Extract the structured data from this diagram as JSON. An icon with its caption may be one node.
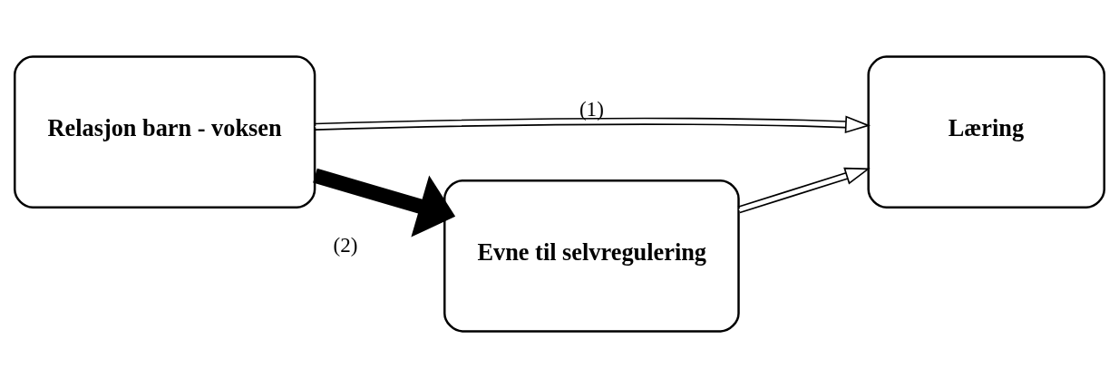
{
  "diagram": {
    "nodes": [
      {
        "text": [
          "Relasjon barn - voksen"
        ]
      },
      {
        "text": [
          "Læring"
        ]
      },
      {
        "text": [
          "Evne til selvregulering"
        ]
      }
    ],
    "edges": [
      {
        "from": 0,
        "to": 1,
        "arrow": "to",
        "label": "(1)"
      },
      {
        "from": 0,
        "to": 2,
        "arrow": "to",
        "label": "(2)",
        "style": "thick"
      },
      {
        "from": 2,
        "to": 1,
        "arrow": "to"
      }
    ]
  }
}
